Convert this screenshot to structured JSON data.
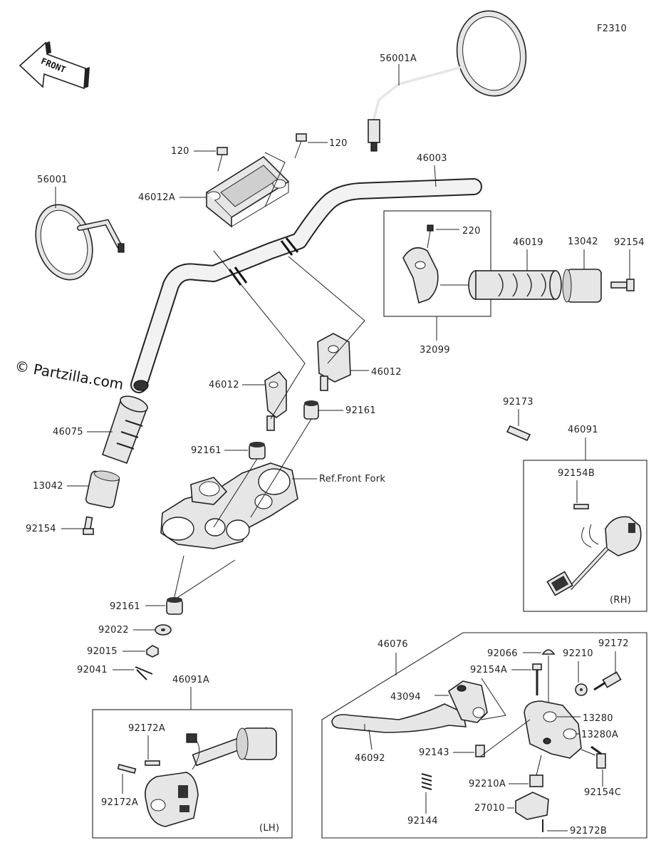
{
  "figure_code": "F2310",
  "front_arrow": {
    "text": "FRONT"
  },
  "watermark": "© Partzilla.com",
  "labels": {
    "p56001A": "56001A",
    "p120a": "120",
    "p120b": "120",
    "p46003": "46003",
    "p56001": "56001",
    "p46012A": "46012A",
    "p220": "220",
    "p46019": "46019",
    "p13042_r": "13042",
    "p92154_r": "92154",
    "p32099": "32099",
    "p46012_l": "46012",
    "p46012_r": "46012",
    "p92161_a": "92161",
    "p46075": "46075",
    "p92161_b": "92161",
    "p13042_l": "13042",
    "ref_front_fork": "Ref.Front Fork",
    "p92154_l": "92154",
    "p92173": "92173",
    "p46091": "46091",
    "p92154B": "92154B",
    "rh": "(RH)",
    "p92161_c": "92161",
    "p92022": "92022",
    "p92015": "92015",
    "p92041": "92041",
    "p46091A": "46091A",
    "p92172A_a": "92172A",
    "p92172A_b": "92172A",
    "lh": "(LH)",
    "p46076": "46076",
    "p92066": "92066",
    "p92210": "92210",
    "p92172": "92172",
    "p92154A": "92154A",
    "p43094": "43094",
    "p13280": "13280",
    "p13280A": "13280A",
    "p92143": "92143",
    "p46092": "46092",
    "p92210A": "92210A",
    "p92154C": "92154C",
    "p92144": "92144",
    "p27010": "27010",
    "p92172B": "92172B"
  }
}
